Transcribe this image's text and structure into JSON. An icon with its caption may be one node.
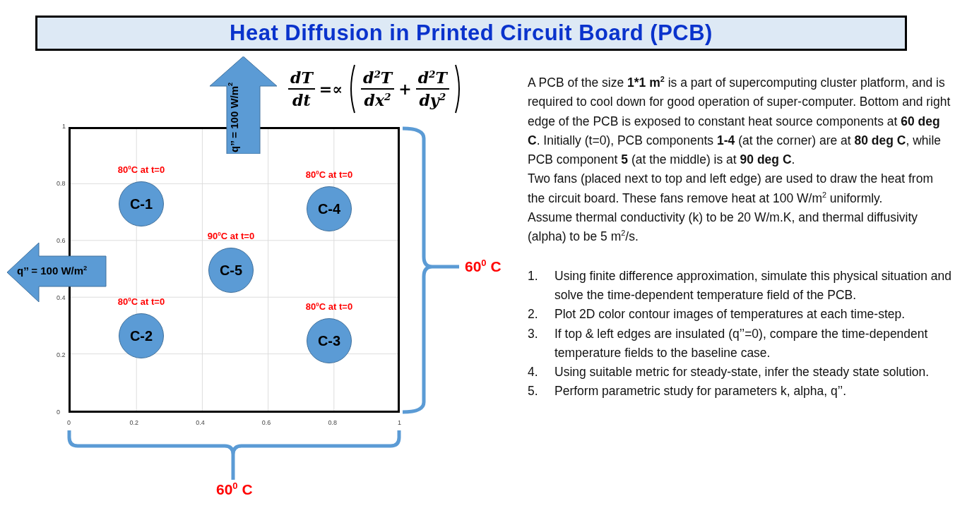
{
  "diagram": {
    "title": "Heat Diffusion in Printed Circuit Board (PCB)",
    "nodes": [
      {
        "text": [],
        "shape": "box"
      },
      {
        "text": [
          "C-1"
        ],
        "in": 0,
        "beside": [
          "80$^{0}$C at t=0"
        ]
      },
      {
        "text": [
          "C-4"
        ],
        "in": 0,
        "beside": [
          "80$^{0}$C at t=0"
        ]
      },
      {
        "text": [
          "C-5"
        ],
        "in": 0,
        "beside": [
          "90$^{0}$C at t=0"
        ]
      },
      {
        "text": [
          "C-2"
        ],
        "in": 0,
        "beside": [
          "80$^{0}$C at t=0"
        ]
      },
      {
        "text": [
          "C-3"
        ],
        "in": 0,
        "beside": [
          "80$^{0}$C at t=0"
        ]
      },
      {
        "text": [
          "q’’ = 100 W/m$^{2}$"
        ]
      },
      {
        "text": [
          "q’’ = 100 W/m$^{2}$"
        ]
      }
    ],
    "labels": [
      "dT",
      "dt",
      "=∝",
      "d$^{2}$T",
      "dx$^{2}$",
      "+",
      "d$^{2}$T",
      "dy$^{2}$",
      "1",
      "0.8",
      "0.6",
      "0.4",
      "0.2",
      "0",
      "0",
      "0.2",
      "0.4",
      "0.6",
      "0.8",
      "1",
      "60$^{0}$ C",
      "60$^{0}$ C",
      "A PCB of the size **1*1 m$^{2}$** is a part of supercomputing cluster platform, and is required to cool down for good operation of super-computer. Bottom and right edge of the PCB is exposed to constant heat source components at **60 deg C**. Initially (t=0), PCB components **1-4** (at the corner) are at **80 deg C**, while PCB component **5** (at the middle) is at **90 deg C**.",
      "Two fans (placed next to top and left edge) are used to draw the heat from the circuit board. These fans remove heat at 100 W/m$^{2}$ uniformly.",
      "Assume thermal conductivity (k) to be 20 W/m.K, and thermal diffusivity (alpha) to be 5 m$^{2}$/s.",
      "1.",
      "Using finite difference approximation, simulate this physical situation and solve the time-dependent temperature field of the PCB.",
      "2.",
      "Plot 2D color contour images of temperatures at each time-step.",
      "3.",
      "If top & left edges are insulated (q’’=0), compare the time-dependent temperature fields to the baseline case.",
      "4.",
      "Using suitable metric for steady-state, infer the steady state solution.",
      "5.",
      "Perform parametric study for parameters k, alpha, q’’."
    ]
  }
}
